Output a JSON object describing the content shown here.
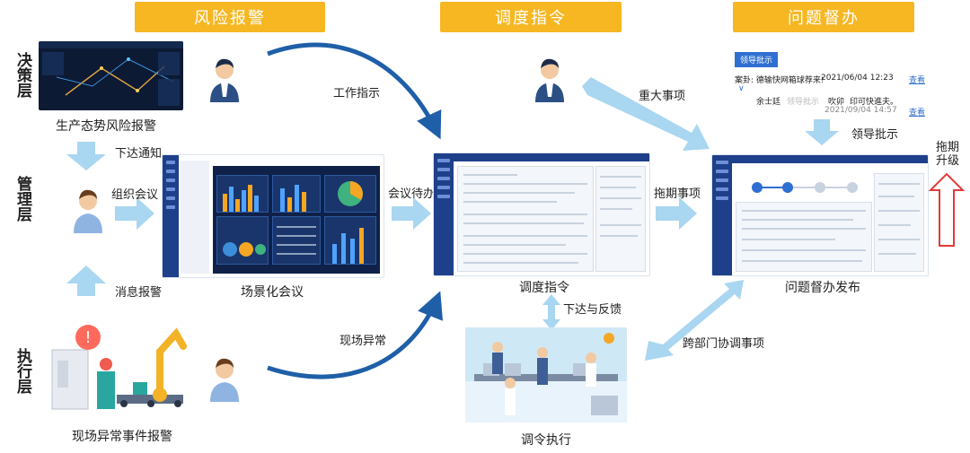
{
  "headers": [
    "风险报警",
    "调度指令",
    "问题督办"
  ],
  "layers": {
    "decision": "决策层",
    "management": "管理层",
    "execution": "执行层"
  },
  "nodes": {
    "production_risk": "生产态势风险报警",
    "scene_meeting": "场景化会议",
    "dispatch_order": "调度指令",
    "supervise_publish": "问题督办发布",
    "field_exception": "现场异常事件报警",
    "execute_order": "调令执行"
  },
  "edges": {
    "work_instruction": "工作指示",
    "major_issue": "重大事项",
    "issue_notice": "下达通知",
    "organize_meeting": "组织会议",
    "meeting_todo": "会议待办",
    "overdue_items": "拖期事项",
    "leader_approval": "领导批示",
    "message_alarm": "消息报警",
    "field_exception": "现场异常",
    "issue_feedback": "下达与反馈",
    "cross_dept": "跨部门协调事项",
    "overdue_escalate": "拖期升级"
  },
  "approval_card": {
    "tab": "领导批示",
    "row1_prefix": "案卦:",
    "row1_title": "德输快网箱球荐来!",
    "row1_date": "2021/06/04 12:23",
    "row1_link": "查看",
    "row2_name": "余士廷",
    "row2_dept": "领导批示",
    "row2_action": "吹卯",
    "row2_text": "印可快進夫。",
    "row2_date": "2021/09/04 14:57",
    "row2_link": "查看"
  },
  "colors": {
    "header": "#f6b723",
    "arrow": "#a9d6f0",
    "curve": "#1f5fa8",
    "escalate": "#e23b3b"
  }
}
